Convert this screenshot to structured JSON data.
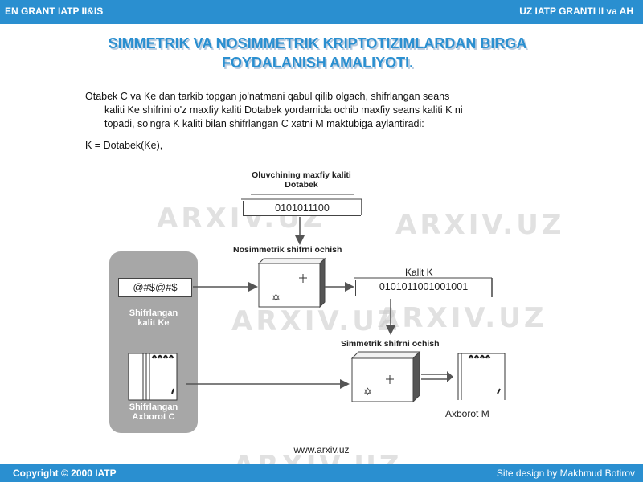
{
  "header": {
    "left": "EN GRANT IATP II&IS",
    "right": "UZ  IATP GRANTI II va AH"
  },
  "title": {
    "line1": "SIMMETRIK VA NOSIMMETRIK KRIPTOTIZIMLARDAN BIRGA",
    "line2": "FOYDALANISH AMALIYOTI."
  },
  "paragraph": {
    "line1": "Otabek C va Ke dan tarkib topgan jo'natmani qabul qilib olgach, shifrlangan seans",
    "line2": "kaliti Ke shifrini o'z maxfiy kaliti Dotabek yordamida ochib maxfiy seans kaliti K ni",
    "line3": "topadi, so'ngra K kaliti bilan shifrlangan C xatni M maktubiga aylantiradi:"
  },
  "formula": "K = Dotabek(Ke),",
  "diagram": {
    "receiver_key_label_1": "Oluvchining maxfiy kaliti",
    "receiver_key_label_2": "Dotabek",
    "receiver_key_value": "0101011100",
    "asym_label": "Nosimmetrik shifrni ochish",
    "session_key_label": "Kalit       K",
    "session_key_value": "0101011001001001",
    "encrypted_key_value": "@#$@#$",
    "encrypted_key_label_1": "Shifrlangan",
    "encrypted_key_label_2": "kalit Ke",
    "sym_label": "Simmetrik shifrni ochish",
    "encrypted_msg_label_1": "Shifrlangan",
    "encrypted_msg_label_2": "Axborot  C",
    "output_label": "Axborot      M"
  },
  "watermark": "ARXIV.UZ",
  "footer_url": "www.arxiv.uz",
  "footer": {
    "left": "Copyright © 2000 IATP",
    "right": "Site design by Makhmud Botirov"
  },
  "colors": {
    "bar": "#2a8fd0",
    "title": "#2a8fd0",
    "gray_panel": "#a7a7a7"
  }
}
